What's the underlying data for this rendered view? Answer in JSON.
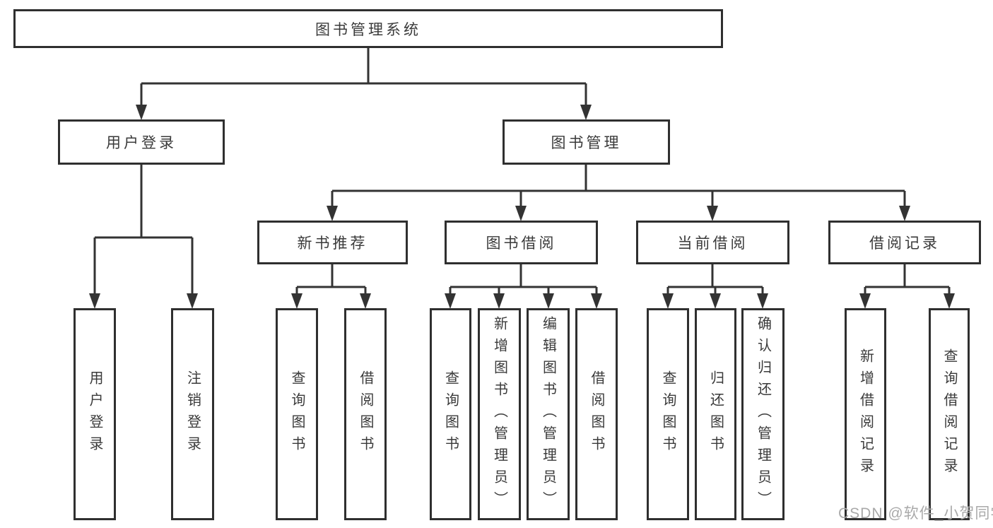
{
  "diagram": {
    "root": "图书管理系统",
    "branches": [
      {
        "label": "用户登录",
        "children": [
          {
            "label": "用户登录"
          },
          {
            "label": "注销登录"
          }
        ]
      },
      {
        "label": "图书管理",
        "children": [
          {
            "label": "新书推荐",
            "children": [
              {
                "label": "查询图书"
              },
              {
                "label": "借阅图书"
              }
            ]
          },
          {
            "label": "图书借阅",
            "children": [
              {
                "label": "查询图书"
              },
              {
                "label": "新增图书（管理员）"
              },
              {
                "label": "编辑图书（管理员）"
              },
              {
                "label": "借阅图书"
              }
            ]
          },
          {
            "label": "当前借阅",
            "children": [
              {
                "label": "查询图书"
              },
              {
                "label": "归还图书"
              },
              {
                "label": "确认归还（管理员）"
              }
            ]
          },
          {
            "label": "借阅记录",
            "children": [
              {
                "label": "新增借阅记录"
              },
              {
                "label": "查询借阅记录"
              }
            ]
          }
        ]
      }
    ]
  },
  "watermark": "CSDN @软件_小贺同学",
  "colors": {
    "line": "#333333",
    "box_border": "#2f2f2f",
    "text": "#3a3a3a",
    "watermark": "#a9a9a9",
    "background": "#ffffff"
  }
}
